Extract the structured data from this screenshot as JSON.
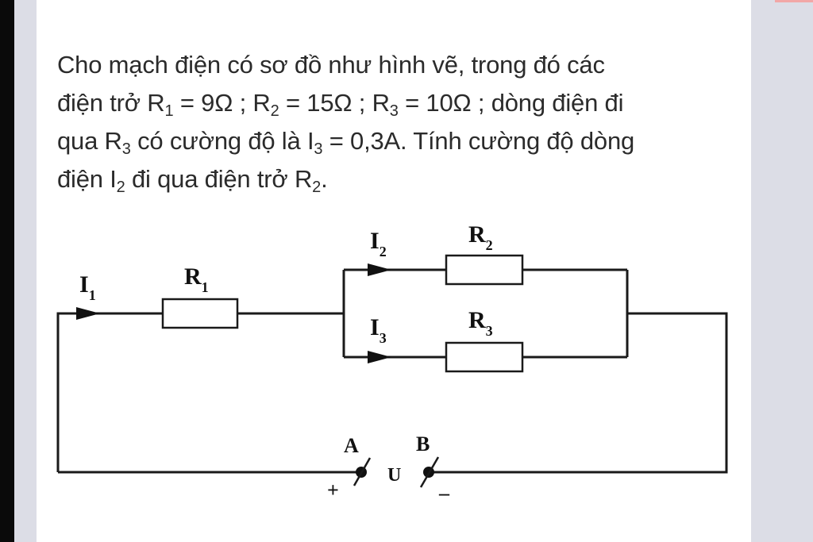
{
  "question": {
    "line1": {
      "t1": "Cho mạch điện có sơ đồ như hình vẽ, trong đó các"
    },
    "line2": {
      "t1": "điện trở R",
      "s1": "1",
      "t2": " = 9Ω ; R",
      "s2": "2",
      "t3": " = 15Ω ; R",
      "s3": "3",
      "t4": " = 10Ω ; dòng điện đi"
    },
    "line3": {
      "t1": "qua R",
      "s1": "3",
      "t2": " có cường độ là I",
      "s2": "3",
      "t3": " = 0,3A. Tính cường độ dòng"
    },
    "line4": {
      "t1": "điện I",
      "s1": "2",
      "t2": " đi qua điện trở R",
      "s2": "2",
      "t3": "."
    }
  },
  "circuit": {
    "i1": {
      "main": "I",
      "sub": "1"
    },
    "r1": {
      "main": "R",
      "sub": "1"
    },
    "i2": {
      "main": "I",
      "sub": "2"
    },
    "r2": {
      "main": "R",
      "sub": "2"
    },
    "i3": {
      "main": "I",
      "sub": "3"
    },
    "r3": {
      "main": "R",
      "sub": "3"
    },
    "terminal_a": "A",
    "terminal_b": "B",
    "source": "U",
    "plus": "+",
    "minus": "–"
  },
  "colors": {
    "background": "#d9dae3",
    "card": "#ffffff",
    "ink": "#1a1a1a",
    "text": "#2b2b2b"
  }
}
